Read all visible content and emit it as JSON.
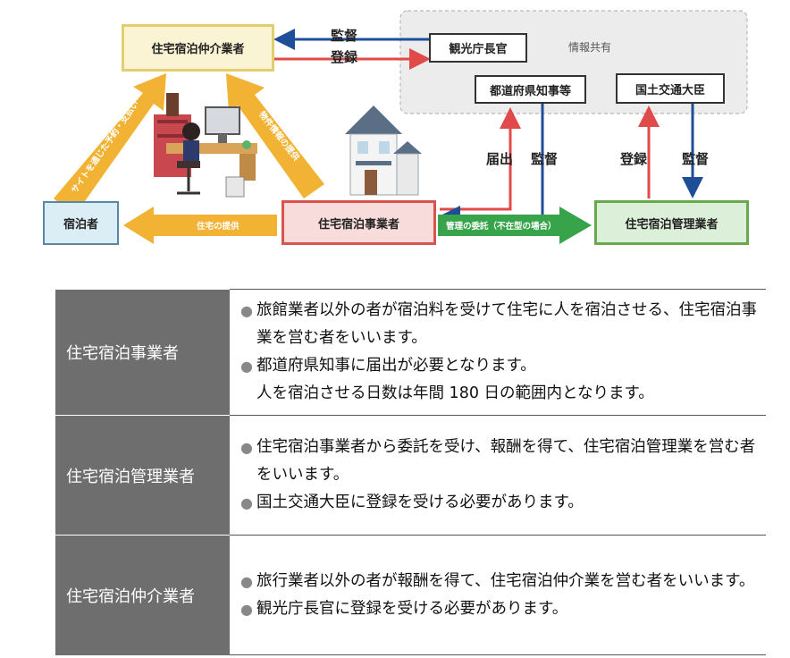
{
  "diagram": {
    "broker": "住宅宿泊仲介業者",
    "tourism_commissioner": "観光庁長官",
    "info_share": "情報共有",
    "governor": "都道府県知事等",
    "mlit_minister": "国土交通大臣",
    "guest": "宿泊者",
    "operator": "住宅宿泊事業者",
    "manager": "住宅宿泊管理業者",
    "label_supervise_top": "監督",
    "label_register_top": "登録",
    "label_notify": "届出",
    "label_supervise_gov": "監督",
    "label_register_mlit": "登録",
    "label_supervise_mlit": "監督",
    "arrow_site": "サイトを通じた予約・支払い",
    "arrow_property_info": "物件情報の提供",
    "arrow_housing_provision": "住宅の提供",
    "arrow_entrust": "管理の委託（不在型の場合）",
    "colors": {
      "blue": "#1f4e99",
      "red": "#e04a4a",
      "orange": "#f2b233",
      "green": "#37a34a",
      "broker_fill": "#fbf4d4",
      "broker_border": "#e3cd6c",
      "guest_fill": "#dbeef6",
      "operator_fill": "#f8dbdb",
      "operator_border": "#d9534f",
      "manager_fill": "#dcefd8",
      "manager_border": "#6aa84f"
    }
  },
  "table": {
    "rows": [
      {
        "role": "住宅宿泊事業者",
        "lines": [
          "旅館業者以外の者が宿泊料を受けて住宅に人を宿泊させる、住宅宿泊事業を営む者をいいます。",
          "都道府県知事に届出が必要となります。",
          "人を宿泊させる日数は年間 180 日の範囲内となります。"
        ]
      },
      {
        "role": "住宅宿泊管理業者",
        "lines": [
          "住宅宿泊事業者から委託を受け、報酬を得て、住宅宿泊管理業を営む者をいいます。",
          "国土交通大臣に登録を受ける必要があります。"
        ]
      },
      {
        "role": "住宅宿泊仲介業者",
        "lines": [
          "旅行業者以外の者が報酬を得て、住宅宿泊仲介業を営む者をいいます。",
          "観光庁長官に登録を受ける必要があります。"
        ]
      }
    ]
  }
}
